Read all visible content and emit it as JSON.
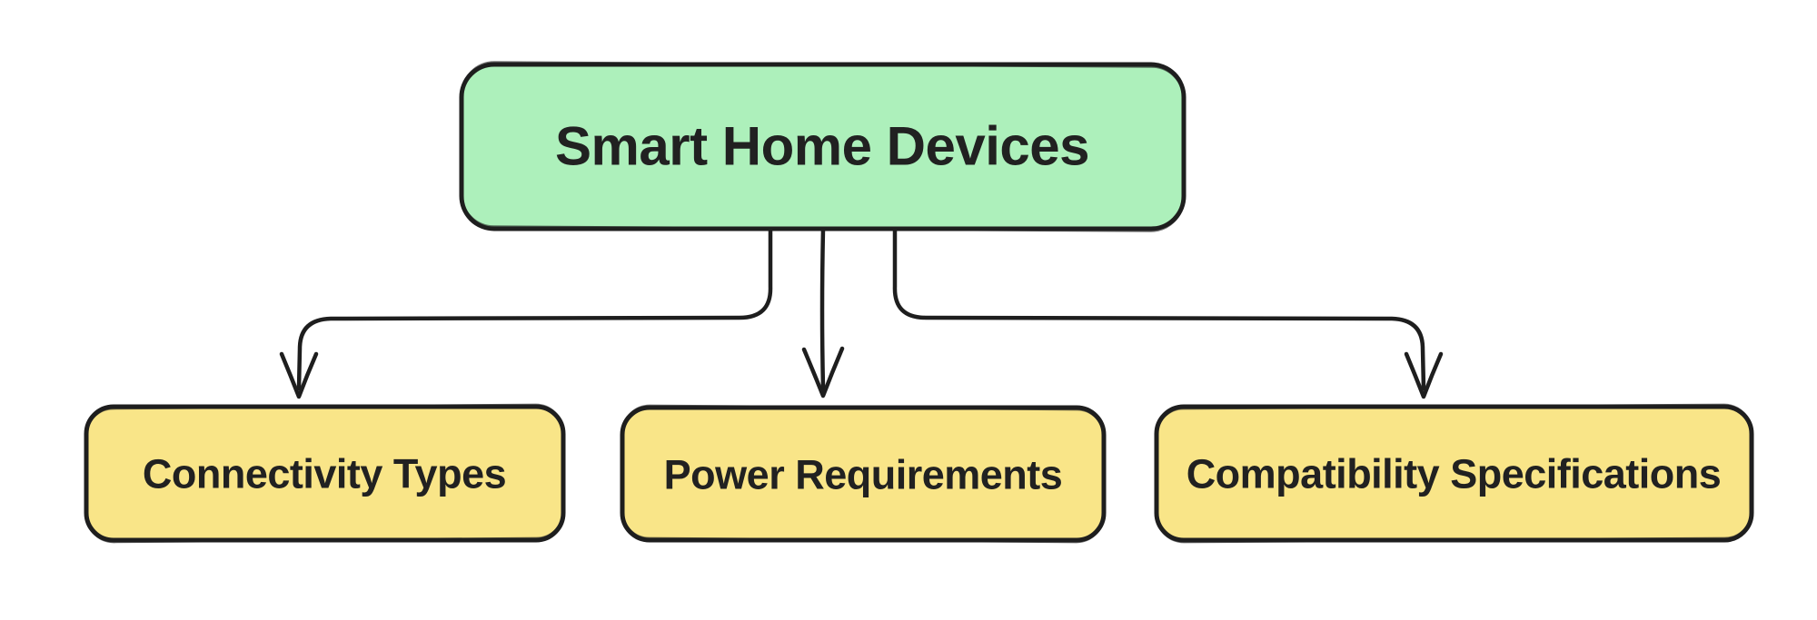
{
  "diagram": {
    "type": "flowchart-top-down",
    "root": {
      "id": "smart-home-devices",
      "label": "Smart Home Devices",
      "fill": "#adf0bb"
    },
    "children": [
      {
        "id": "connectivity-types",
        "label": "Connectivity Types",
        "fill": "#f9e588"
      },
      {
        "id": "power-requirements",
        "label": "Power Requirements",
        "fill": "#f9e588"
      },
      {
        "id": "compatibility-specifications",
        "label": "Compatibility Specifications",
        "fill": "#f9e588"
      }
    ],
    "edges": [
      {
        "from": "smart-home-devices",
        "to": "connectivity-types"
      },
      {
        "from": "smart-home-devices",
        "to": "power-requirements"
      },
      {
        "from": "smart-home-devices",
        "to": "compatibility-specifications"
      }
    ],
    "colors": {
      "stroke": "#1e1e1e",
      "text": "#212121",
      "background": "#ffffff"
    }
  }
}
